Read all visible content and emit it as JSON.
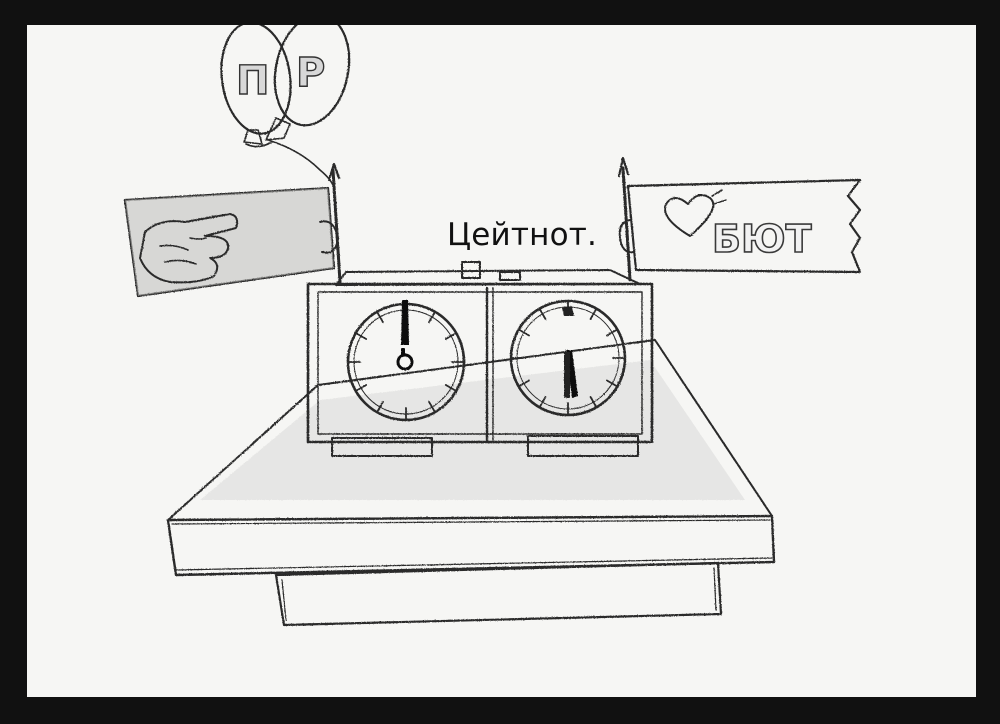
{
  "caption": "Цейтнот.",
  "balloons": [
    {
      "letter": "П"
    },
    {
      "letter": "Р"
    }
  ],
  "right_flag": {
    "text": "БЮТ",
    "icon": "heart-icon"
  },
  "left_flag": {
    "icon": "fist-icon"
  },
  "clock": {
    "left_dial": "flag-down-time-running-out",
    "right_dial": "time-remaining"
  },
  "colors": {
    "frame": "#111111",
    "paper": "#f6f6f4",
    "ink": "#2a2a2a"
  }
}
